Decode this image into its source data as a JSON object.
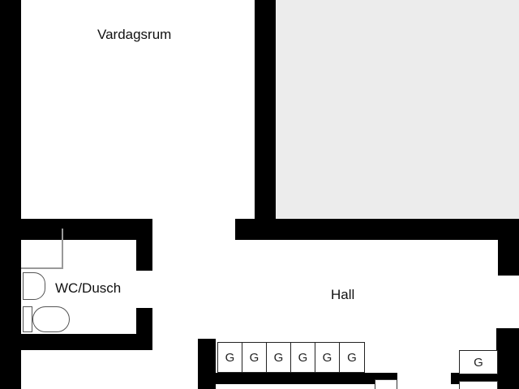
{
  "rooms": {
    "living": "Vardagsrum",
    "wc": "WC/Dusch",
    "hall": "Hall"
  },
  "lockers": [
    "G",
    "G",
    "G",
    "G",
    "G",
    "G"
  ],
  "locker_right": "G",
  "colors": {
    "wall": "#000000",
    "neighbor_area": "#ececec",
    "background": "#ffffff"
  }
}
